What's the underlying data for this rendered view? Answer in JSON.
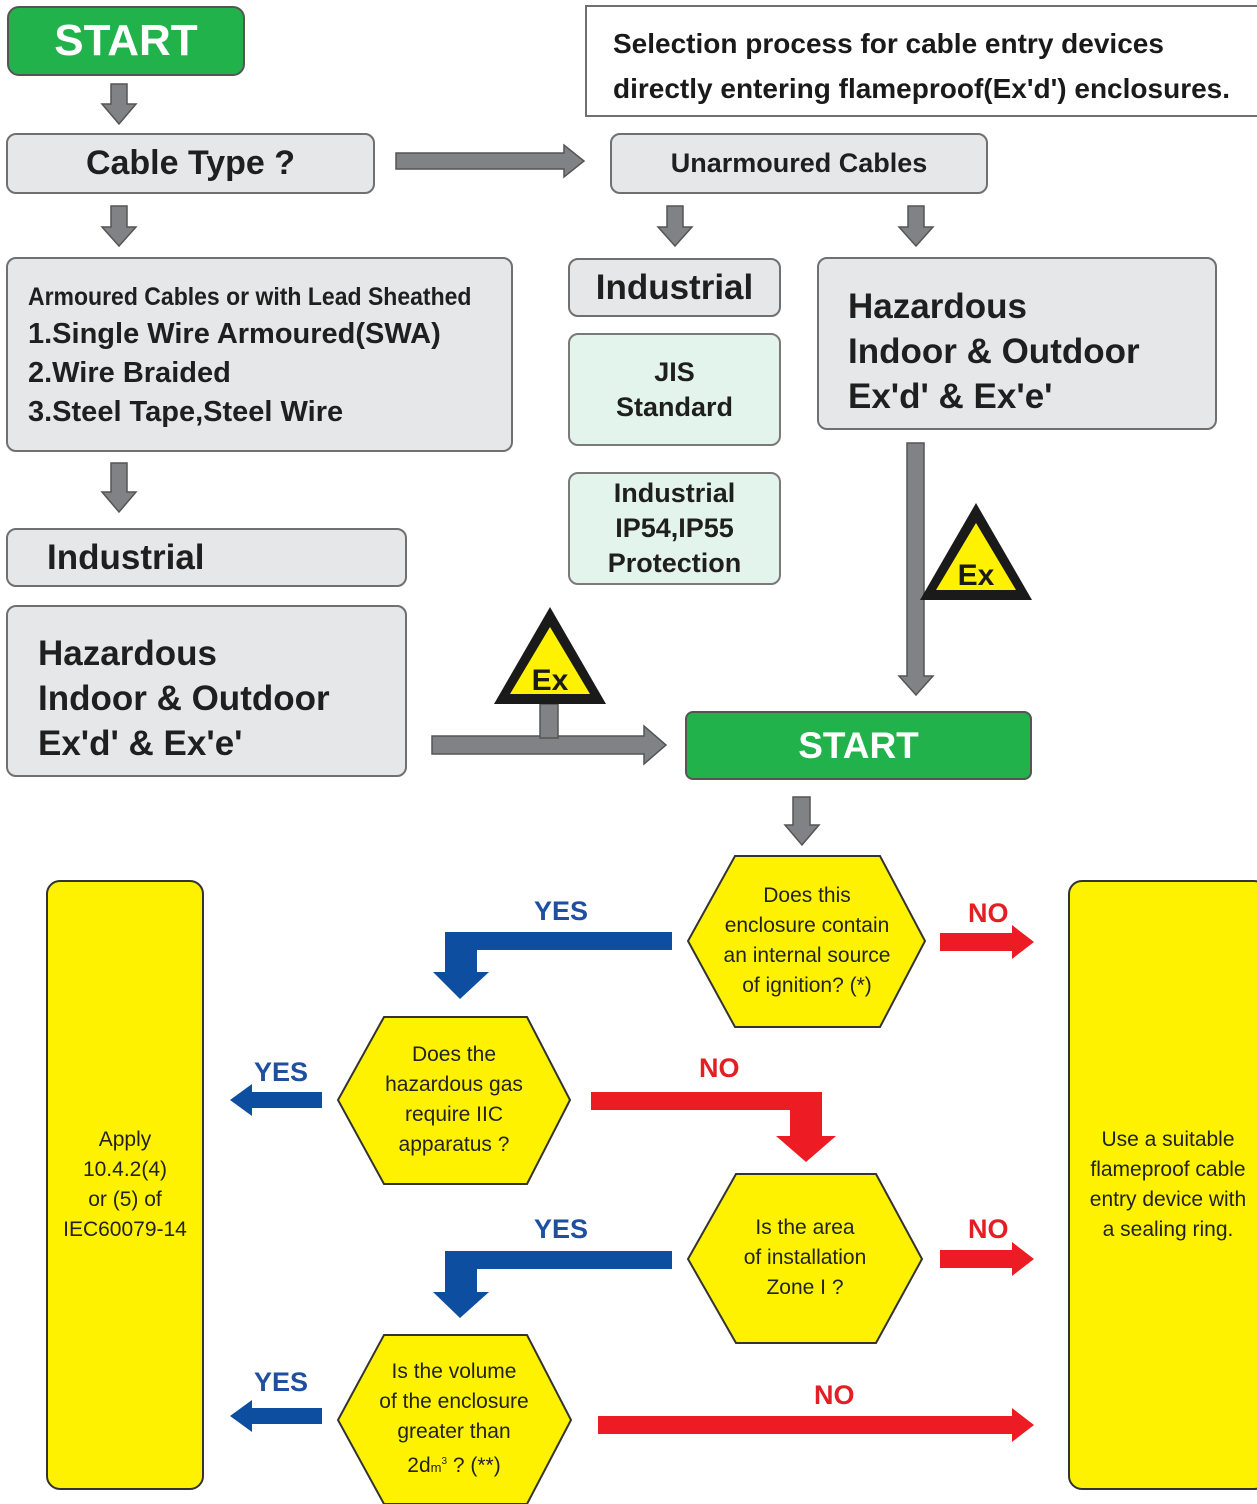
{
  "start_top": "START",
  "title": "Selection process for cable entry devices directly entering flameproof(Ex'd') enclosures.",
  "cable_type": "Cable Type ?",
  "unarmoured": "Unarmoured Cables",
  "armoured": {
    "heading": "Armoured Cables or with Lead Sheathed",
    "items": [
      "1.Single Wire Armoured(SWA)",
      "2.Wire Braided",
      "3.Steel Tape,Steel Wire"
    ]
  },
  "industrial_unarmoured": "Industrial",
  "jis": "JIS\nStandard",
  "industrial_ip": "Industrial\nIP54,IP55\nProtection",
  "hazardous_right": "Hazardous\nIndoor & Outdoor\nEx'd' & Ex'e'",
  "industrial_armoured": "Industrial",
  "hazardous_left": "Hazardous\nIndoor & Outdoor\nEx'd' & Ex'e'",
  "ex_mark": "Ex",
  "start_mid": "START",
  "q1": "Does this\nenclosure contain\nan internal source\nof ignition?  (*)",
  "q2": "Does the\nhazardous gas\nrequire IIC\napparatus ?",
  "q3": "Is the area\nof installation\nZone I ?",
  "q4_main": "Is the volume\nof the enclosure\ngreater than\n2d",
  "q4_unit": "m",
  "q4_sup": "3",
  "q4_tail": "?  (**)",
  "yes": "YES",
  "no": "NO",
  "apply": "Apply\n10.4.2(4)\nor (5) of\nIEC60079-14",
  "use": "Use a suitable\nflameproof cable\nentry device with\na sealing ring.",
  "colors": {
    "green": "#22b24c",
    "yellow": "#fff200",
    "gray_arrow": "#808285",
    "blue_arrow": "#0d4ea1",
    "red_arrow": "#ed1c24"
  }
}
